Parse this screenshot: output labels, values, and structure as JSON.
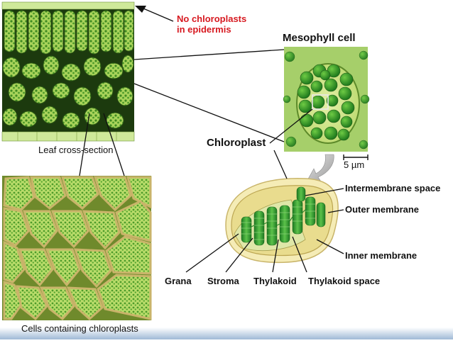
{
  "labels": {
    "no_chloroplasts": [
      "No chloroplasts",
      "in epidermis"
    ],
    "leaf_cross_section": "Leaf cross-section",
    "cells_containing": "Cells containing chloroplasts",
    "mesophyll_cell": "Mesophyll cell",
    "chloroplast": "Chloroplast",
    "scale_bar": "5 µm",
    "intermembrane_space": "Intermembrane space",
    "outer_membrane": "Outer membrane",
    "inner_membrane": "Inner membrane",
    "grana": "Grana",
    "stroma": "Stroma",
    "thylakoid": "Thylakoid",
    "thylakoid_space": "Thylakoid space"
  },
  "colors": {
    "annotation_red": "#d71920",
    "leaf_dark": "#0f2a08",
    "cell_green": "#9ccb4a",
    "chloroplast_green": "#2f9a2a",
    "membrane_cream": "#f3eab0"
  }
}
